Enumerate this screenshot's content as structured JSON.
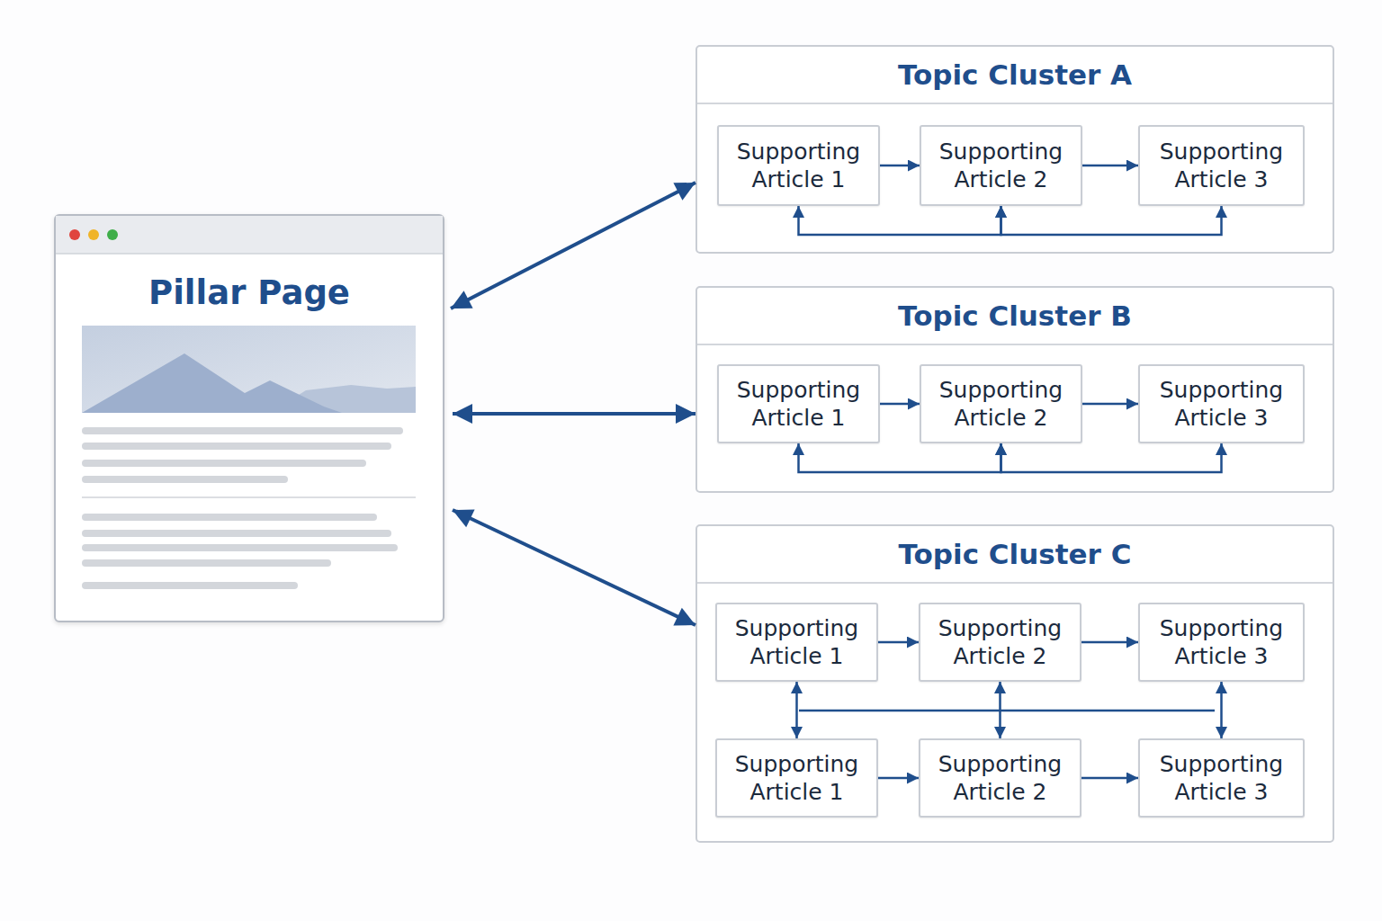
{
  "diagram": {
    "nodes": [
      {
        "text": [
          "Pillar Page"
        ]
      },
      {
        "text": [
          "Topic Cluster A"
        ]
      },
      {
        "text": [
          "Supporting Article 1"
        ],
        "in": 1
      },
      {
        "text": [
          "Supporting Article 2"
        ],
        "in": 1
      },
      {
        "text": [
          "Supporting Article 3"
        ],
        "in": 1
      },
      {
        "text": [
          "Topic Cluster B"
        ]
      },
      {
        "text": [
          "Supporting Article 1"
        ],
        "in": 5
      },
      {
        "text": [
          "Supporting Article 2"
        ],
        "in": 5
      },
      {
        "text": [
          "Supporting Article 3"
        ],
        "in": 5
      },
      {
        "text": [
          "Topic Cluster C"
        ]
      },
      {
        "text": [
          "Supporting Article 1"
        ],
        "in": 9
      },
      {
        "text": [
          "Supporting Article 2"
        ],
        "in": 9
      },
      {
        "text": [
          "Supporting Article 3"
        ],
        "in": 9
      },
      {
        "text": [
          "Supporting Article 1"
        ],
        "in": 9
      },
      {
        "text": [
          "Supporting Article 2"
        ],
        "in": 9
      },
      {
        "text": [
          "Supporting Article 3"
        ],
        "in": 9
      }
    ],
    "edges": [
      {
        "from": 0,
        "to": 1,
        "arrow": "both"
      },
      {
        "from": 0,
        "to": 5,
        "arrow": "both"
      },
      {
        "from": 0,
        "to": 9,
        "arrow": "both"
      },
      {
        "from": 2,
        "to": 3,
        "arrow": "to"
      },
      {
        "from": 3,
        "to": 4,
        "arrow": "to"
      },
      {
        "from": 2,
        "to": 3,
        "arrow": "both"
      },
      {
        "from": 3,
        "to": 4,
        "arrow": "both"
      },
      {
        "from": 6,
        "to": 7,
        "arrow": "to"
      },
      {
        "from": 7,
        "to": 8,
        "arrow": "to"
      },
      {
        "from": 6,
        "to": 7,
        "arrow": "both"
      },
      {
        "from": 7,
        "to": 8,
        "arrow": "both"
      },
      {
        "from": 10,
        "to": 11,
        "arrow": "to"
      },
      {
        "from": 11,
        "to": 12,
        "arrow": "to"
      },
      {
        "from": 13,
        "to": 14,
        "arrow": "to"
      },
      {
        "from": 14,
        "to": 15,
        "arrow": "to"
      },
      {
        "from": 10,
        "to": 13,
        "arrow": "both"
      },
      {
        "from": 11,
        "to": 14,
        "arrow": "both"
      },
      {
        "from": 12,
        "to": 15,
        "arrow": "both"
      }
    ]
  }
}
